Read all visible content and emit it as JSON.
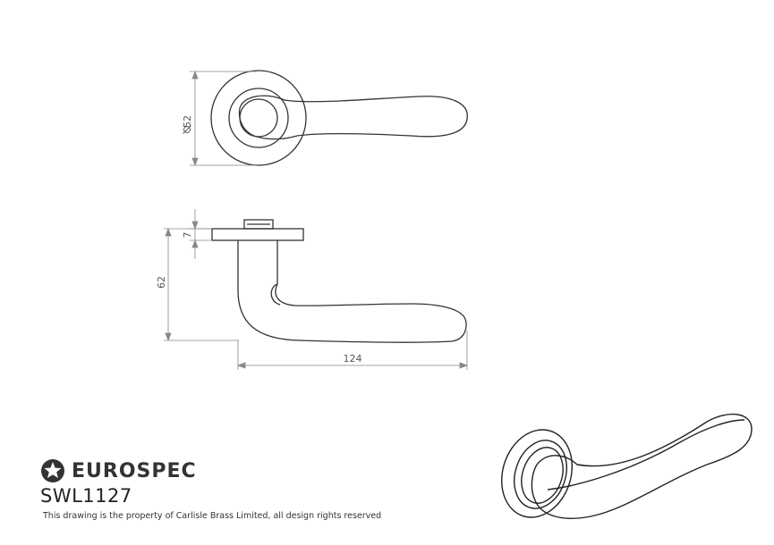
{
  "dimensions": {
    "diameter": "52",
    "rose_thickness": "7",
    "height": "62",
    "length": "124"
  },
  "brand": {
    "logo_icon": "star-badge-icon",
    "name": "EUROSPEC"
  },
  "product_code": "SWL1127",
  "copyright": "This drawing is the property of Carlisle Brass Limited, all design rights reserved",
  "colors": {
    "line": "#333333",
    "dimension": "#888888"
  }
}
